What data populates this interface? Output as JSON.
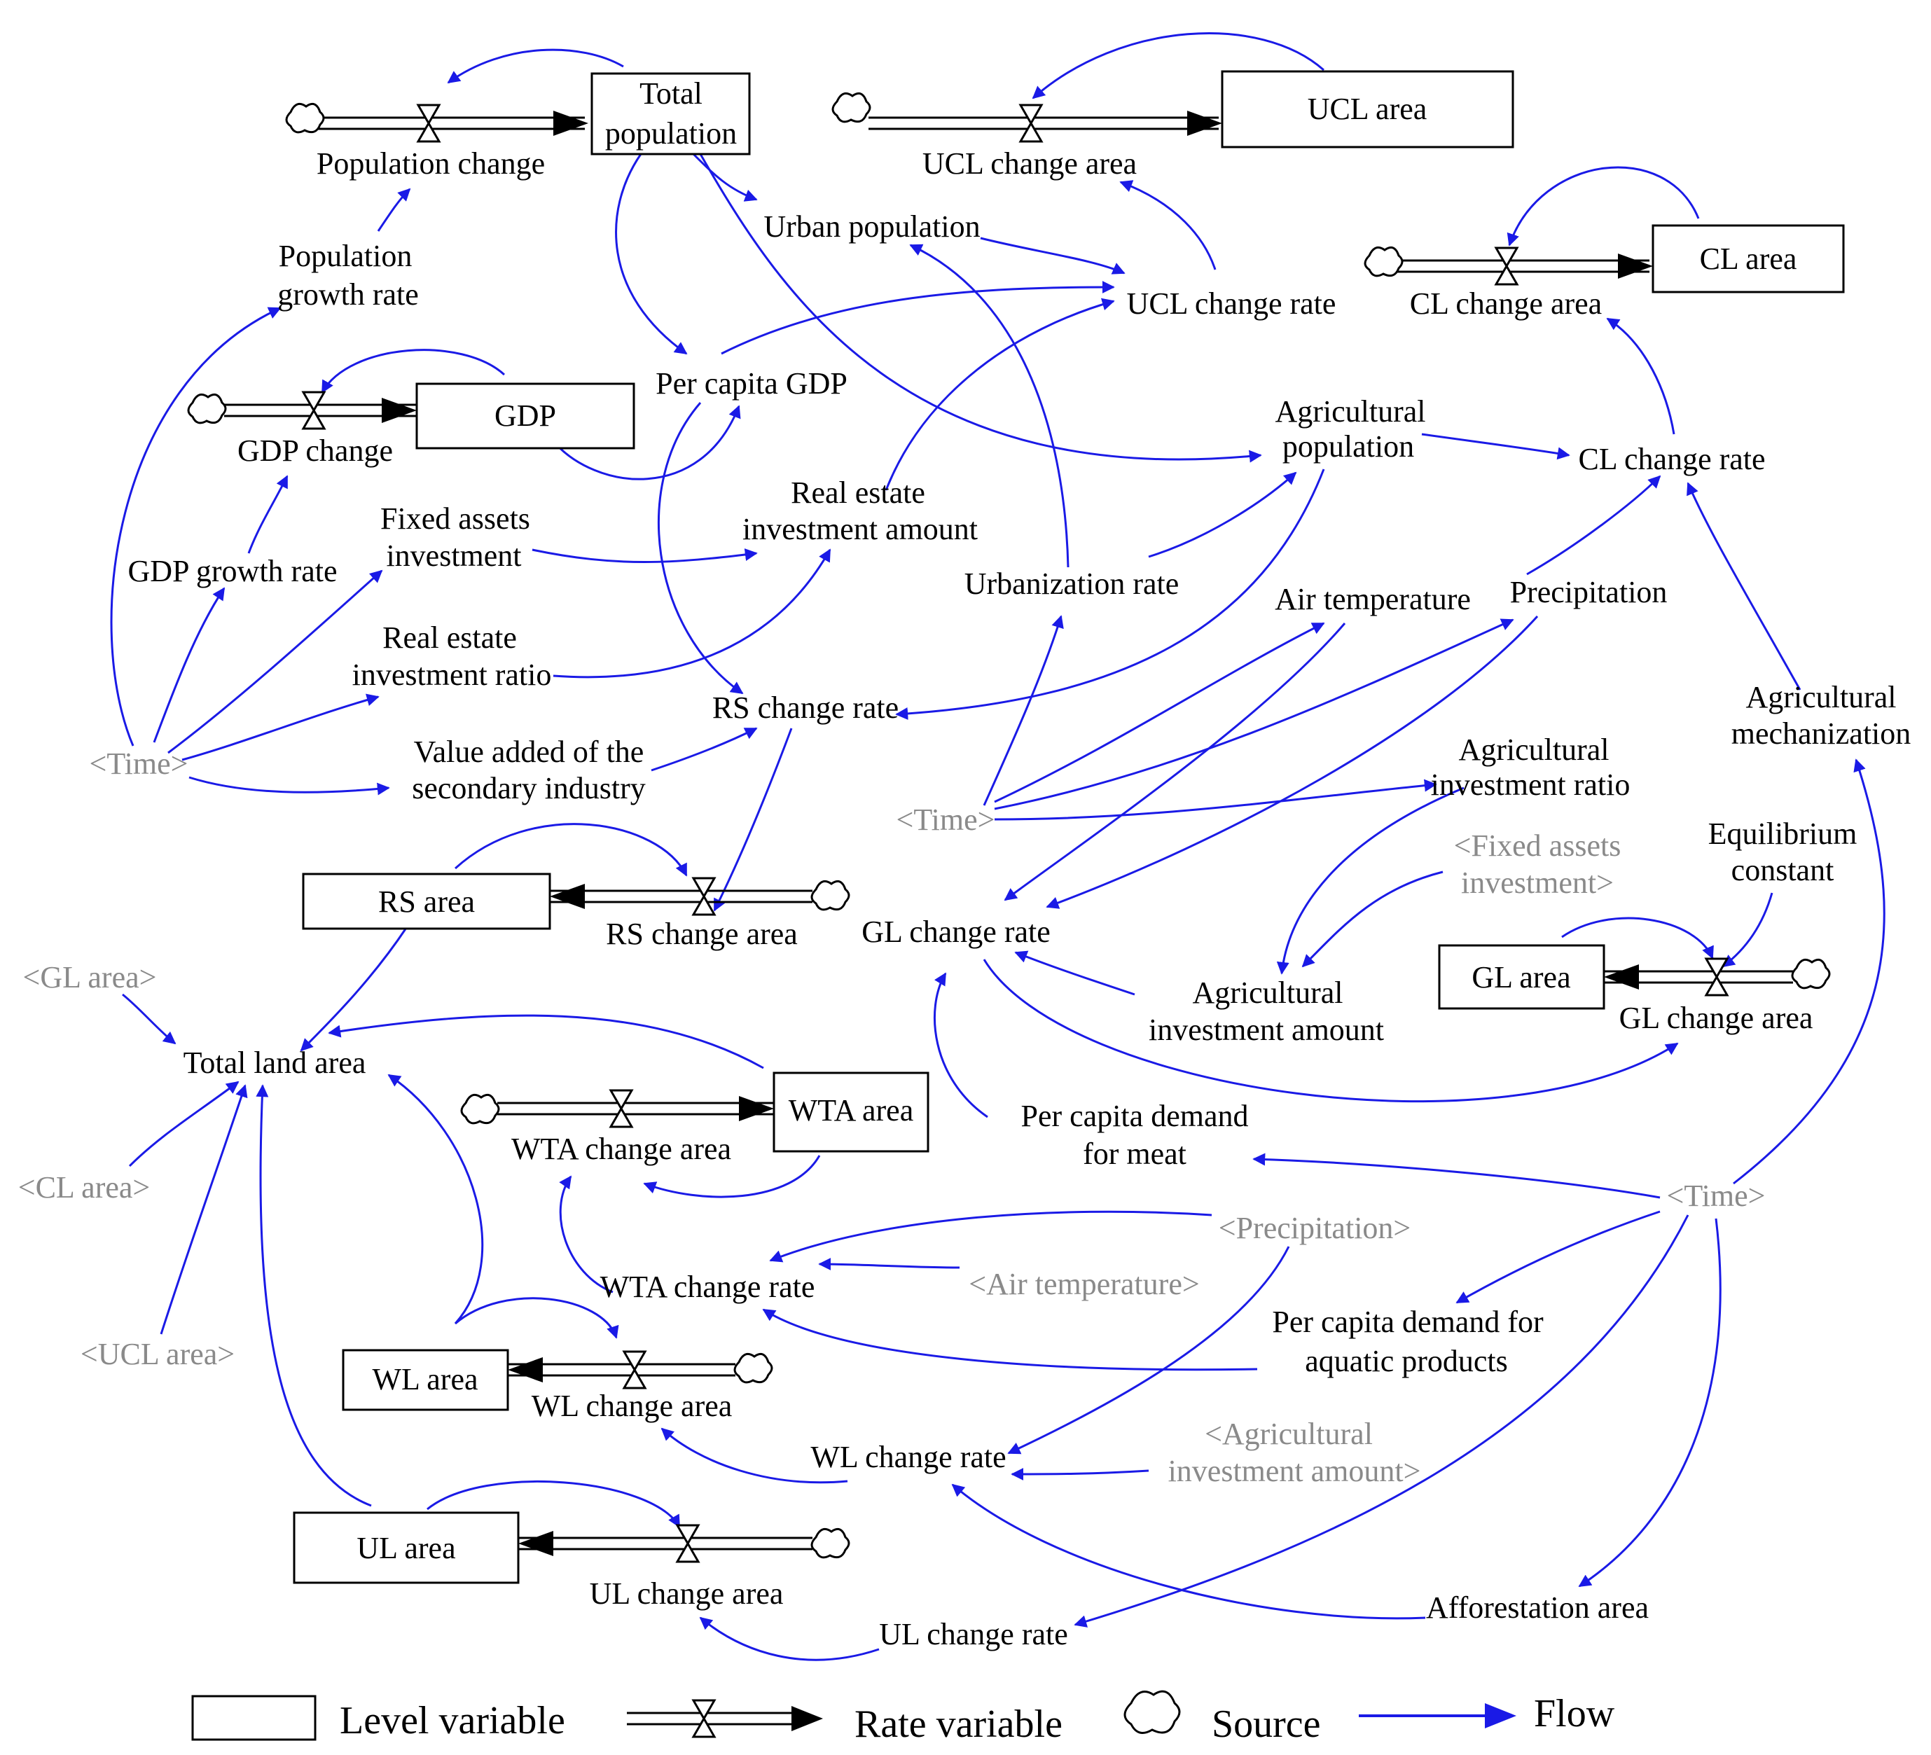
{
  "colors": {
    "flow": "#1a1ae6",
    "shadow": "#8a8a8a",
    "ink": "#000000"
  },
  "levels": {
    "total_population_1": "Total",
    "total_population_2": "population",
    "ucl_area": "UCL area",
    "cl_area": "CL area",
    "gdp": "GDP",
    "rs_area": "RS area",
    "wta_area": "WTA area",
    "gl_area": "GL area",
    "wl_area": "WL area",
    "ul_area": "UL area"
  },
  "rates": {
    "population_change": "Population change",
    "ucl_change_area": "UCL change area",
    "cl_change_area": "CL change area",
    "gdp_change": "GDP change",
    "rs_change_area": "RS change area",
    "wta_change_area": "WTA change area",
    "gl_change_area": "GL change area",
    "wl_change_area": "WL change area",
    "ul_change_area": "UL change area"
  },
  "variables": {
    "population_growth_rate_1": "Population",
    "population_growth_rate_2": "growth rate",
    "urban_population": "Urban population",
    "ucl_change_rate": "UCL change rate",
    "per_capita_gdp": "Per capita GDP",
    "agricultural_population_1": "Agricultural",
    "agricultural_population_2": "population",
    "cl_change_rate": "CL change rate",
    "real_estate_investment_amount_1": "Real estate",
    "real_estate_investment_amount_2": "investment amount",
    "fixed_assets_investment_1": "Fixed assets",
    "fixed_assets_investment_2": "investment",
    "gdp_growth_rate": "GDP growth rate",
    "urbanization_rate": "Urbanization rate",
    "air_temperature": "Air temperature",
    "precipitation": "Precipitation",
    "real_estate_investment_ratio_1": "Real estate",
    "real_estate_investment_ratio_2": "investment ratio",
    "rs_change_rate": "RS change rate",
    "agricultural_mechanization_1": "Agricultural",
    "agricultural_mechanization_2": "mechanization",
    "value_added_secondary_1": "Value added of the",
    "value_added_secondary_2": "secondary industry",
    "agricultural_investment_ratio_1": "Agricultural",
    "agricultural_investment_ratio_2": "investment ratio",
    "equilibrium_constant_1": "Equilibrium",
    "equilibrium_constant_2": "constant",
    "gl_change_rate": "GL change rate",
    "agricultural_investment_amount_1": "Agricultural",
    "agricultural_investment_amount_2": "investment amount",
    "total_land_area": "Total land area",
    "per_capita_demand_meat_1": "Per capita demand",
    "per_capita_demand_meat_2": "for meat",
    "wta_change_rate": "WTA change rate",
    "per_capita_demand_aquatic_1": "Per capita demand for",
    "per_capita_demand_aquatic_2": "aquatic products",
    "wl_change_rate": "WL change rate",
    "afforestation_area": "Afforestation area",
    "ul_change_rate": "UL change rate"
  },
  "shadows": {
    "time_left": "<Time>",
    "time_middle": "<Time>",
    "time_right": "<Time>",
    "fixed_assets_investment_1": "<Fixed assets",
    "fixed_assets_investment_2": "investment>",
    "gl_area": "<GL area>",
    "cl_area": "<CL area>",
    "ucl_area": "<UCL area>",
    "precipitation": "<Precipitation>",
    "air_temperature": "<Air temperature>",
    "agricultural_investment_amount_1": "<Agricultural",
    "agricultural_investment_amount_2": "investment amount>"
  },
  "legend": {
    "level_variable": "Level variable",
    "rate_variable": "Rate variable",
    "source": "Source",
    "flow": "Flow"
  }
}
